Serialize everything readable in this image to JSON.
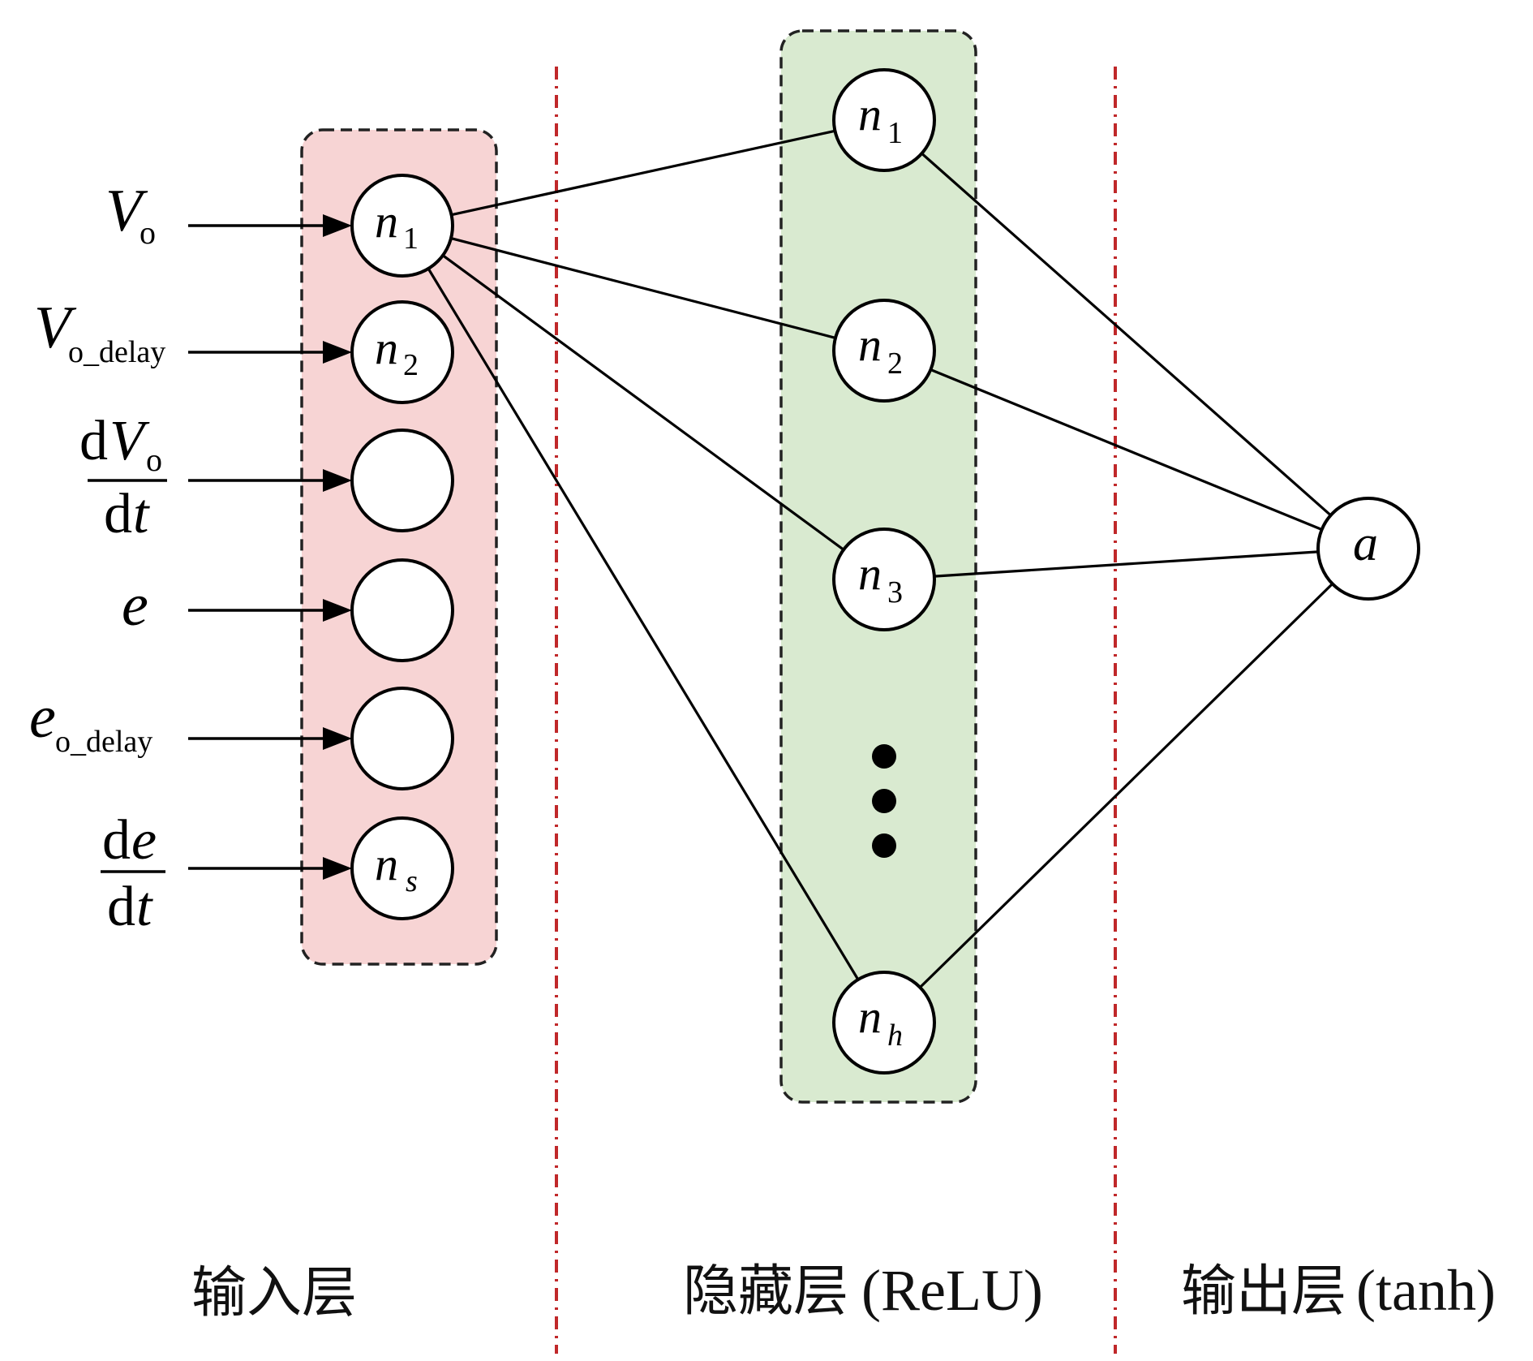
{
  "input_layer": {
    "caption": "输入层",
    "color": "#f7d4d4",
    "inputs": [
      {
        "base": "V",
        "sub": "o"
      },
      {
        "base": "V",
        "sub": "o_delay"
      },
      {
        "num_d": "d",
        "num_var": "V",
        "num_sub": "o",
        "den_d": "d",
        "den_var": "t"
      },
      {
        "base": "e",
        "sub": ""
      },
      {
        "base": "e",
        "sub": "o_delay"
      },
      {
        "num_d": "d",
        "num_var": "e",
        "num_sub": "",
        "den_d": "d",
        "den_var": "t"
      }
    ],
    "nodes": [
      {
        "base": "n",
        "sub": "1"
      },
      {
        "base": "n",
        "sub": "2"
      },
      {
        "base": "",
        "sub": ""
      },
      {
        "base": "",
        "sub": ""
      },
      {
        "base": "",
        "sub": ""
      },
      {
        "base": "n",
        "sub": "s"
      }
    ]
  },
  "hidden_layer": {
    "caption_main": "隐藏层",
    "caption_act": "(ReLU)",
    "color": "#d9ead0",
    "nodes": [
      {
        "base": "n",
        "sub": "1"
      },
      {
        "base": "n",
        "sub": "2"
      },
      {
        "base": "n",
        "sub": "3"
      },
      {
        "base": "n",
        "sub": "h"
      }
    ]
  },
  "output_layer": {
    "caption_main": "输出层",
    "caption_act": "(tanh)",
    "node": {
      "base": "a"
    }
  },
  "colors": {
    "divider": "#c0282a"
  }
}
